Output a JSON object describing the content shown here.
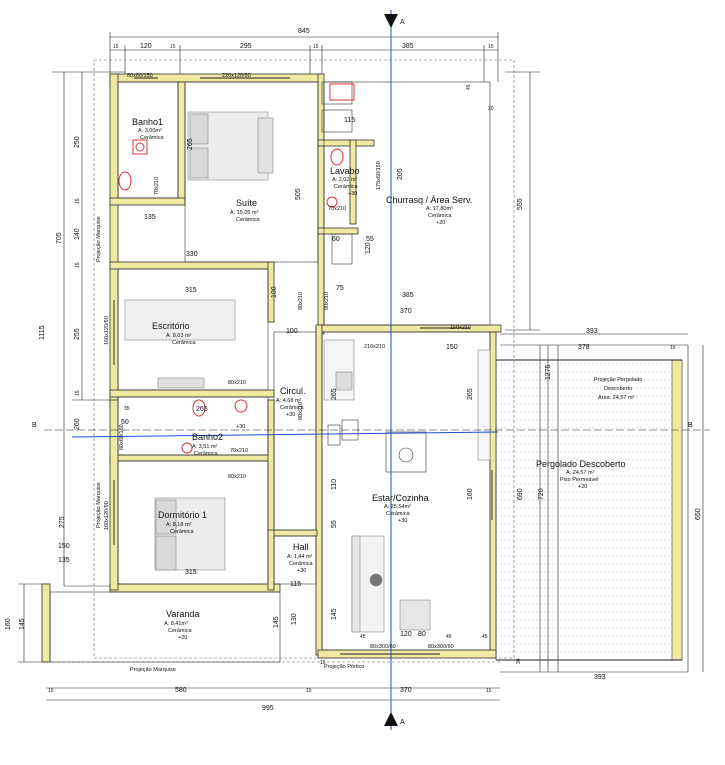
{
  "section_marks": {
    "a_top": "A",
    "a_bottom": "A",
    "b_left": "B",
    "b_right": "B"
  },
  "rooms": {
    "banho1": {
      "name": "Banho1",
      "area": "A: 3,00m²",
      "finish": "Cerâmica"
    },
    "suite": {
      "name": "Suíte",
      "area": "A: 15,05 m²",
      "finish": "Cerâmica"
    },
    "lavabo": {
      "name": "Lavabo",
      "area": "A: 2,02 m²",
      "finish": "Cerâmica",
      "level": "+30"
    },
    "churrasq": {
      "name": "Churrasq / Área Serv.",
      "area": "A: 17,80m²",
      "finish": "Cerâmica",
      "level": "+20"
    },
    "escritorio": {
      "name": "Escritório",
      "area": "A: 8,03 m²",
      "finish": "Cerâmica"
    },
    "circul": {
      "name": "Circul.",
      "area": "A: 4,68 m²",
      "finish": "Cerâmica",
      "level": "+30"
    },
    "banho2": {
      "name": "Banho2",
      "area": "A: 3,51 m²",
      "finish": "Cerâmica",
      "level": "+30"
    },
    "dormitorio1": {
      "name": "Dormitório 1",
      "area": "A: 8,18 m²",
      "finish": "Cerâmica"
    },
    "hall": {
      "name": "Hall",
      "area": "A: 1,44 m²",
      "finish": "Cerâmica",
      "level": "+30"
    },
    "estar": {
      "name": "Estar/Cozinha",
      "area": "A: 25,54m²",
      "finish": "Cerâmica",
      "level": "+30"
    },
    "pergolado": {
      "name": "Pergolado Descoberto",
      "area": "A: 24,57 m²",
      "finish": "Piso Permeável",
      "level": "+20"
    },
    "varanda": {
      "name": "Varanda",
      "area": "A: 8,41m²",
      "finish": "Cerâmica",
      "level": "+20"
    }
  },
  "notes": {
    "projecao_marquise_v": "Projeção Marquise",
    "projecao_marquise_v2": "Projeção Marquise",
    "projecao_marquise_h": "Projeção Marquise",
    "projecao_portico": "Projeção Pórtico",
    "projecao_pergolado_1": "Projeção Pergolado",
    "projecao_pergolado_2": "Descoberto",
    "projecao_pergolado_3": "Área: 24,57 m²"
  },
  "openings": {
    "j1": "80x60/150",
    "j2": "220x120/90",
    "j3": "175x60/150",
    "p_lavabo": "70x210",
    "p_banho1": "70x210",
    "p_escritorio": "80x210",
    "j_escritorio": "160x120/90",
    "p_suite": "80x210",
    "j_banho2": "80x60/150",
    "p_banho2": "70x210",
    "p_dorm": "80x210",
    "j_dorm": "160x120/90",
    "p_hall_top": "80x210",
    "j_cozinha": "150x210",
    "p_cozinha": "210x210",
    "p_entrada1": "80x300/60",
    "p_entrada2": "80x300/60",
    "p_churr": "80x210",
    "j_churr": "120"
  },
  "dims": {
    "top_total": "845",
    "top_15a": "15",
    "top_120": "120",
    "top_15b": "15",
    "top_295": "295",
    "top_15c": "15",
    "top_385": "385",
    "top_15d": "15",
    "left_1115": "1115",
    "left_705": "705",
    "left_250": "250",
    "left_15a": "15",
    "left_140": "140",
    "left_15b": "15",
    "left_255": "255",
    "left_15c": "15",
    "left_260": "260",
    "left_275": "275",
    "left_150": "150",
    "left_135": "135",
    "left_160": "160",
    "left_145": "145",
    "right_555": "555",
    "right_1275": "1275",
    "right_650": "650",
    "right_720": "720",
    "right_690": "690",
    "right_393": "393",
    "right_378": "378",
    "right_15": "15",
    "bottom_995": "995",
    "bottom_580": "580",
    "bottom_370": "370",
    "bottom_393": "393",
    "bottom_15a": "15",
    "bottom_15b": "15",
    "bottom_15c": "15",
    "i_135": "135",
    "i_330": "330",
    "i_315": "315",
    "i_100a": "100",
    "i_100b": "100",
    "i_385": "385",
    "i_370": "370",
    "i_265a": "265",
    "i_265b": "265",
    "i_265c": "265",
    "i_505": "505",
    "i_205": "205",
    "i_120": "120",
    "i_75": "75",
    "i_60": "60",
    "i_55": "55",
    "i_115": "115",
    "i_150": "150",
    "i_110": "110",
    "i_55b": "55",
    "i_160": "160",
    "i_315b": "315",
    "i_265d": "265",
    "i_130": "130",
    "i_145": "145",
    "i_115b": "115",
    "i_45a": "45",
    "i_20": "20",
    "i_45b": "45",
    "i_30": "30",
    "i_35": "35",
    "i_50": "50",
    "i_45c": "45",
    "i_80": "80",
    "i_120b": "120",
    "i_45d": "45",
    "i_15e": "15"
  },
  "colors": {
    "wall": "#efeaa2",
    "blue_axis": "#1f4fd1",
    "red_fixture": "#d9343a"
  }
}
